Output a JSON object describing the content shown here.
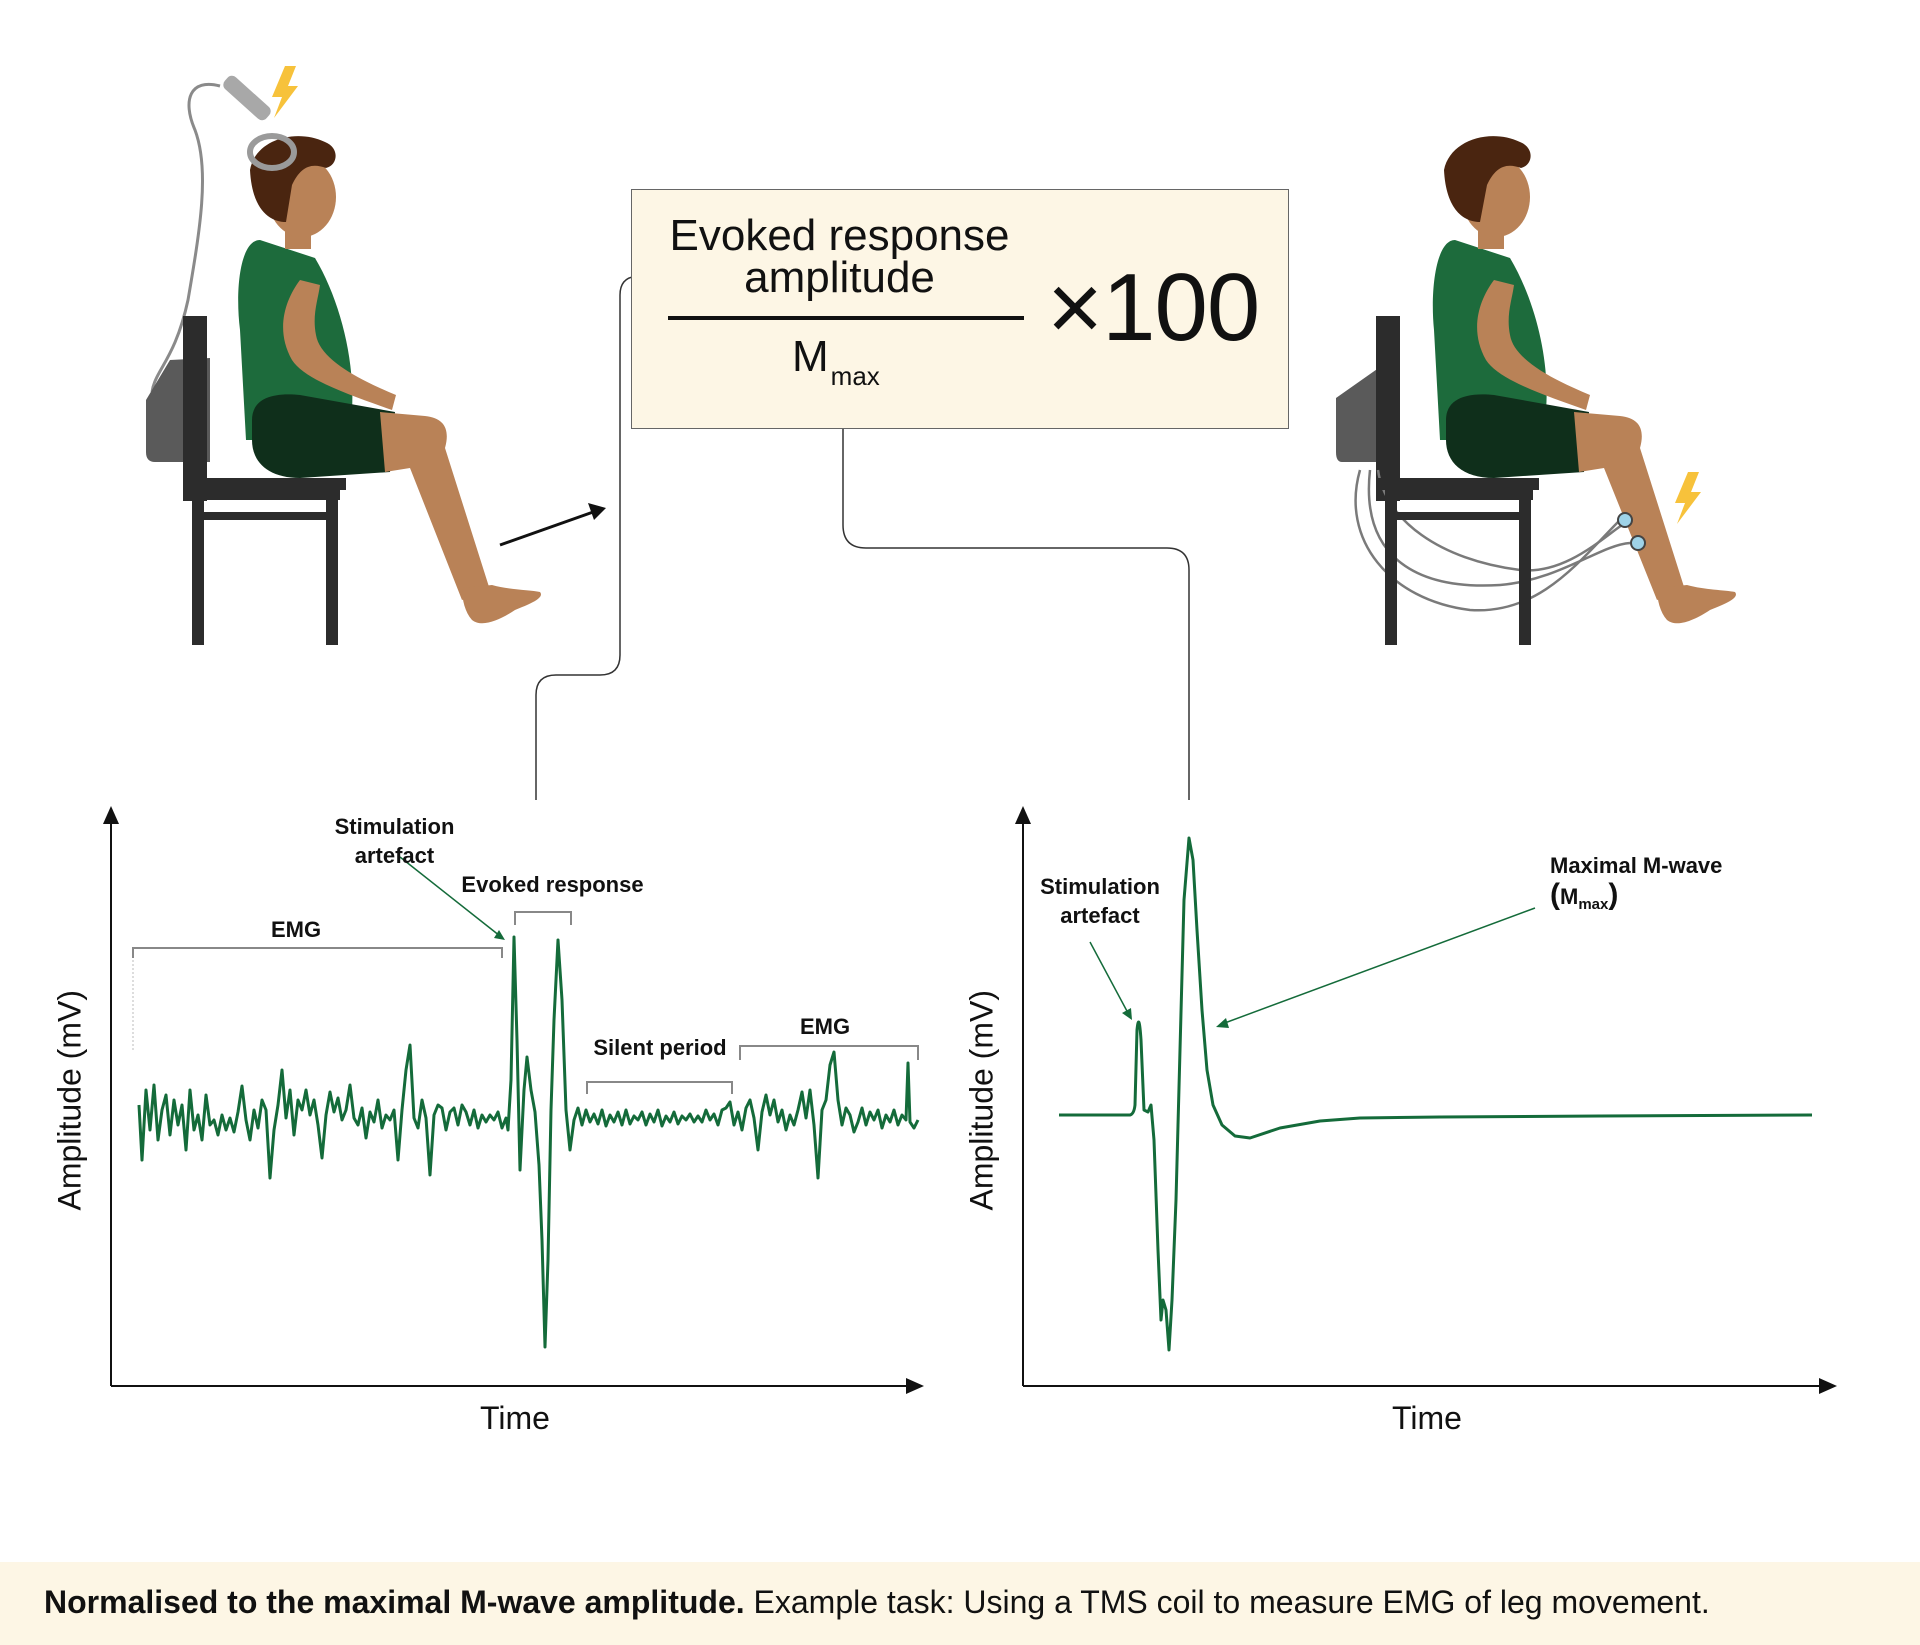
{
  "formula": {
    "numerator": "Evoked response amplitude",
    "denominator": "M",
    "denominator_sub": "max",
    "multiplier": "×100"
  },
  "left_chart": {
    "labels": {
      "stimulation_artefact": "Stimulation artefact",
      "evoked_response": "Evoked response",
      "emg_before": "EMG",
      "silent_period": "Silent period",
      "emg_after": "EMG"
    },
    "xlabel": "Time",
    "ylabel": "Amplitude (mV)"
  },
  "right_chart": {
    "labels": {
      "stimulation_artefact": "Stimulation artefact",
      "mmax_title": "Maximal M-wave",
      "mmax_symbol": "M",
      "mmax_sub": "max"
    },
    "xlabel": "Time",
    "ylabel": "Amplitude (mV)"
  },
  "colors": {
    "trace": "#146b3a",
    "shirt": "#1d6b3c",
    "shorts": "#0f2f1b",
    "skin": "#b98257",
    "hair": "#4a2510",
    "chair": "#2f2f2f",
    "lightning": "#f7c23b",
    "panel": "#fdf6e5"
  },
  "caption": {
    "bold": "Normalised to the maximal M-wave amplitude.",
    "rest": " Example task: Using a TMS coil to measure EMG of leg movement."
  }
}
